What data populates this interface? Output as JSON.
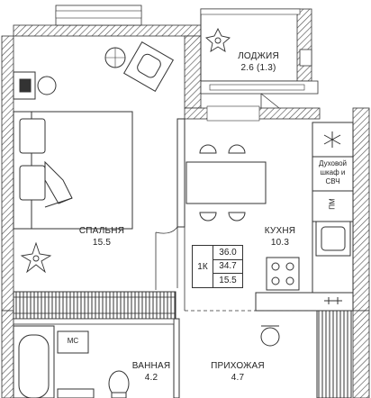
{
  "rooms": {
    "loggia": {
      "name": "ЛОДЖИЯ",
      "area": "2.6 (1.3)"
    },
    "bedroom": {
      "name": "СПАЛЬНЯ",
      "area": "15.5"
    },
    "kitchen": {
      "name": "КУХНЯ",
      "area": "10.3"
    },
    "bathroom": {
      "name": "ВАННАЯ",
      "area": "4.2"
    },
    "hallway": {
      "name": "ПРИХОЖАЯ",
      "area": "4.7"
    }
  },
  "summary": {
    "type": "1К",
    "total_area": "36.0",
    "living_area_a": "34.7",
    "living_area_b": "15.5"
  },
  "fixtures": {
    "oven_label_1": "Духовой",
    "oven_label_2": "шкаф и",
    "oven_label_3": "СВЧ",
    "dishwasher": "ПМ",
    "washer": "МС"
  },
  "colors": {
    "wall_hatch": "#555555",
    "line": "#333333",
    "background": "#ffffff"
  }
}
